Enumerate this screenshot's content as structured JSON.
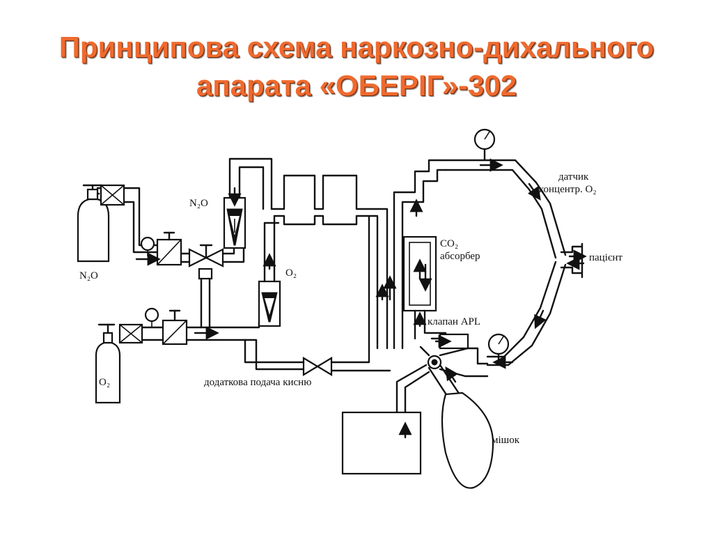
{
  "title": {
    "line1": "Принципова схема наркозно-дихального",
    "line2": "апарата «ОБЕРІГ»-302"
  },
  "colors": {
    "title": "#ef6a2e",
    "lines": "#111111"
  },
  "labels": {
    "n2o_flowmeter": "N₂O",
    "n2o_cylinder": "N₂O",
    "o2_flowmeter": "O₂",
    "o2_cylinder": "O₂",
    "co2_absorber_line1": "CO₂",
    "co2_absorber_line2": "абсорбер",
    "apl_valve": "клапан APL",
    "o2_sensor_line1": "датчик",
    "o2_sensor_line2": "концентр. O₂",
    "patient": "пацієнт",
    "oxygen_flush": "додаткова подача кисню",
    "bag": "мішок"
  }
}
